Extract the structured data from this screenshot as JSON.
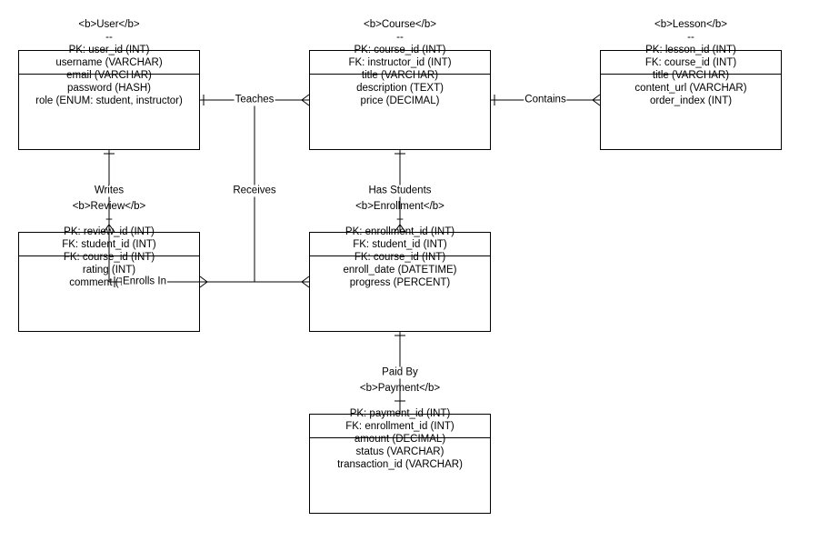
{
  "entities": {
    "user": {
      "title": "<b>User</b>",
      "sep": "--",
      "attributes": [
        "PK: user_id (INT)",
        "username (VARCHAR)",
        "email (VARCHAR)",
        "password (HASH)",
        "role (ENUM: student, instructor)"
      ]
    },
    "course": {
      "title": "<b>Course</b>",
      "sep": "--",
      "attributes": [
        "PK: course_id (INT)",
        "FK: instructor_id (INT)",
        "title (VARCHAR)",
        "description (TEXT)",
        "price (DECIMAL)"
      ]
    },
    "lesson": {
      "title": "<b>Lesson</b>",
      "sep": "--",
      "attributes": [
        "PK: lesson_id (INT)",
        "FK: course_id (INT)",
        "title (VARCHAR)",
        "content_url (VARCHAR)",
        "order_index (INT)"
      ]
    },
    "review": {
      "title": "<b>Review</b>",
      "sep": "--",
      "attributes": [
        "PK: review_id (INT)",
        "FK: student_id (INT)",
        "FK: course_id (INT)",
        "rating (INT)",
        "comment (TEXT)"
      ]
    },
    "enrollment": {
      "title": "<b>Enrollment</b>",
      "sep": "--",
      "attributes": [
        "PK: enrollment_id (INT)",
        "FK: student_id (INT)",
        "FK: course_id (INT)",
        "enroll_date (DATETIME)",
        "progress (PERCENT)"
      ]
    },
    "payment": {
      "title": "<b>Payment</b>",
      "sep": "--",
      "attributes": [
        "PK: payment_id (INT)",
        "FK: enrollment_id (INT)",
        "amount (DECIMAL)",
        "status (VARCHAR)",
        "transaction_id (VARCHAR)"
      ]
    }
  },
  "relationships": {
    "teaches": "Teaches",
    "contains": "Contains",
    "writes": "Writes",
    "receives": "Receives",
    "has_students": "Has Students",
    "enrolls_in": "Enrolls In",
    "paid_by": "Paid By"
  },
  "colors": {
    "line": "#000000",
    "background": "#ffffff"
  }
}
